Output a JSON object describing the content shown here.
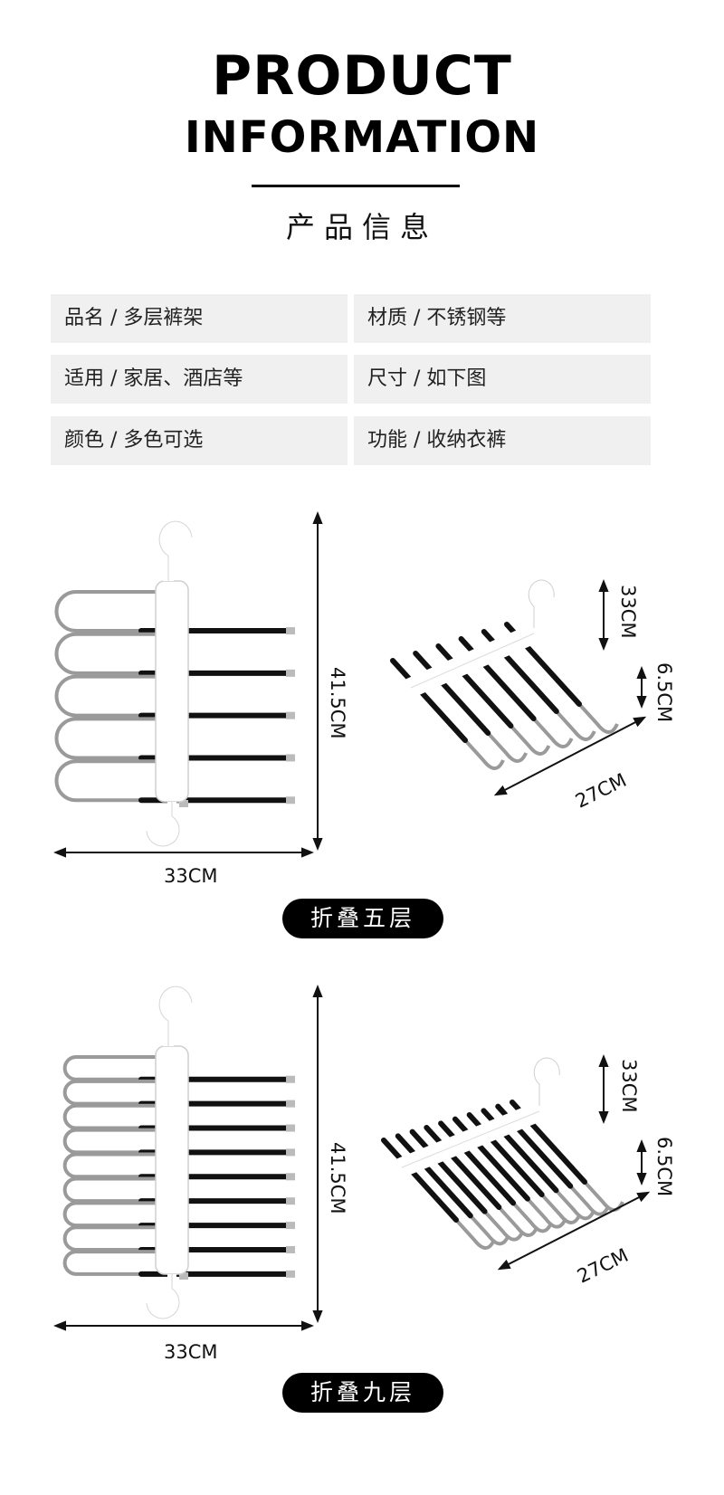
{
  "header": {
    "title_line1": "PRODUCT",
    "title_line2": "INFORMATION",
    "subtitle": "产品信息"
  },
  "specs": [
    {
      "text": "品名 / 多层裤架"
    },
    {
      "text": "材质 / 不锈钢等"
    },
    {
      "text": "适用 / 家居、酒店等"
    },
    {
      "text": "尺寸 / 如下图"
    },
    {
      "text": "颜色 / 多色可选"
    },
    {
      "text": "功能 / 收纳衣裤"
    }
  ],
  "section5": {
    "height": "41.5CM",
    "width": "33CM",
    "folded_height": "33CM",
    "thickness": "6.5CM",
    "depth": "27CM",
    "label": "折叠五层",
    "bars": 6
  },
  "section9": {
    "height": "41.5CM",
    "width": "33CM",
    "folded_height": "33CM",
    "thickness": "6.5CM",
    "depth": "27CM",
    "label": "折叠九层",
    "bars": 10
  },
  "colors": {
    "accent": "#000000",
    "cell_bg": "#f0f0f0",
    "metal": "#9a9a9a",
    "foam": "#111111",
    "plastic": "#ffffff"
  }
}
